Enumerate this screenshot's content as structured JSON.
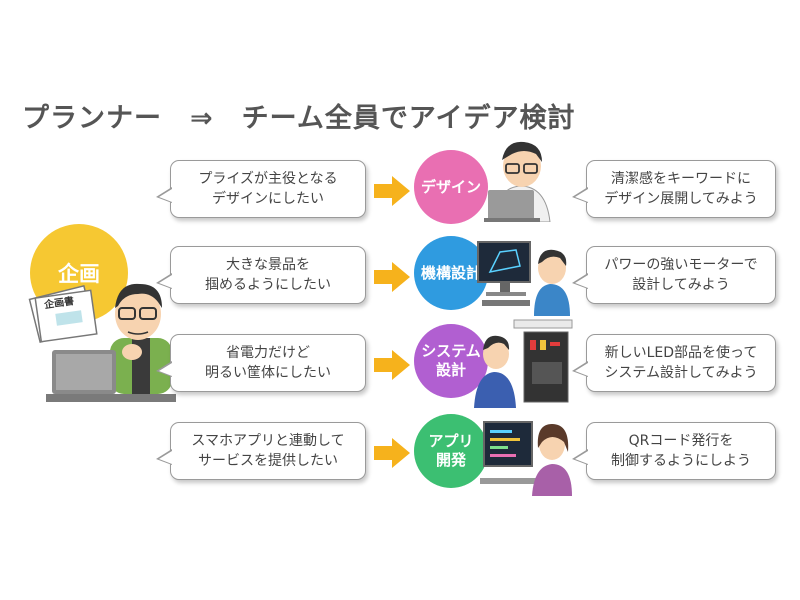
{
  "title": "プランナー　⇒　チーム全員でアイデア検討",
  "planner": {
    "badge": "企画",
    "document_label": "企画書"
  },
  "rows": [
    {
      "request": [
        "プライズが主役となる",
        "デザインにしたい"
      ],
      "team": [
        "デザイン"
      ],
      "team_color": "#e96fb2",
      "response": [
        "清潔感をキーワードに",
        "デザイン展開してみよう"
      ]
    },
    {
      "request": [
        "大きな景品を",
        "掴めるようにしたい"
      ],
      "team": [
        "機構設計"
      ],
      "team_color": "#2f9be0",
      "response": [
        "パワーの強いモーターで",
        "設計してみよう"
      ]
    },
    {
      "request": [
        "省電力だけど",
        "明るい筐体にしたい"
      ],
      "team": [
        "システム",
        "設計"
      ],
      "team_color": "#b15fd1",
      "response": [
        "新しいLED部品を使って",
        "システム設計してみよう"
      ]
    },
    {
      "request": [
        "スマホアプリと連動して",
        "サービスを提供したい"
      ],
      "team": [
        "アプリ",
        "開発"
      ],
      "team_color": "#3cbf72",
      "response": [
        "QRコード発行を",
        "制御するようにしよう"
      ]
    }
  ],
  "colors": {
    "arrow": "#f6b21c",
    "title": "#555555"
  }
}
